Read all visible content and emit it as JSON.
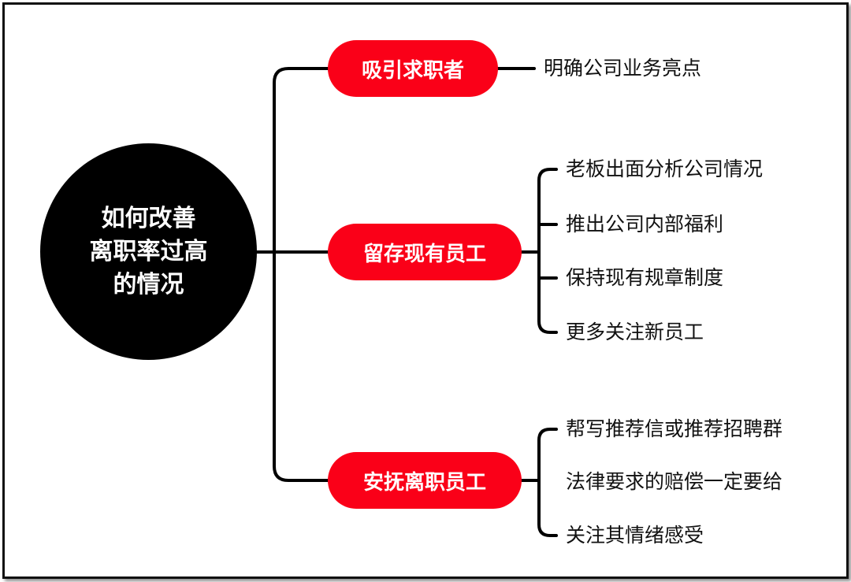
{
  "root": {
    "lines": [
      "如何改善",
      "离职率过高",
      "的情况"
    ]
  },
  "branches": [
    {
      "label": "吸引求职者",
      "items": [
        "明确公司业务亮点"
      ]
    },
    {
      "label": "留存现有员工",
      "items": [
        "老板出面分析公司情况",
        "推出公司内部福利",
        "保持现有规章制度",
        "更多关注新员工"
      ]
    },
    {
      "label": "安抚离职员工",
      "items": [
        "帮写推荐信或推荐招聘群",
        "法律要求的赔偿一定要给",
        "关注其情绪感受"
      ]
    }
  ],
  "colors": {
    "branch": "#fa0018",
    "root": "#000000",
    "line": "#000000"
  }
}
